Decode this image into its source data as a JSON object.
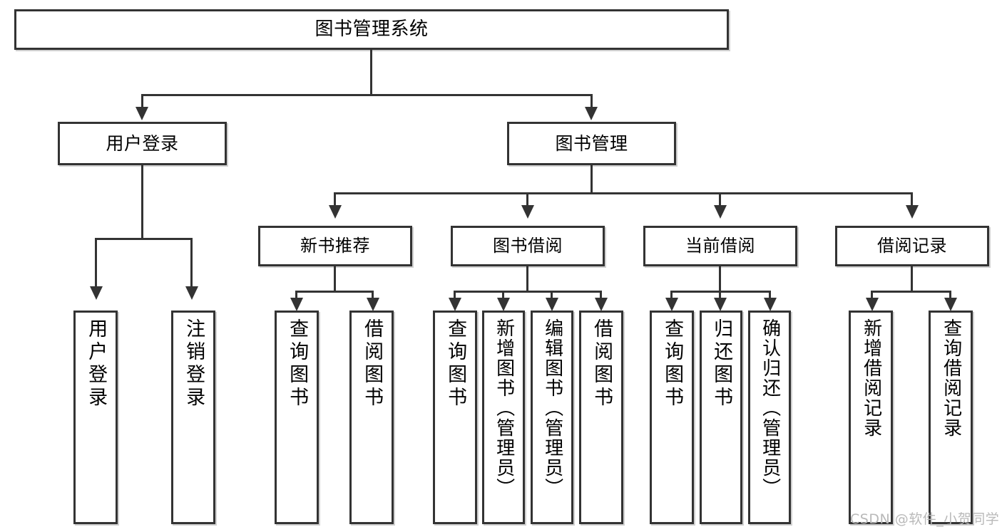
{
  "diagram": {
    "title": "图书管理系统",
    "type": "tree",
    "root": {
      "id": "root",
      "label": "图书管理系统",
      "orientation": "horizontal"
    },
    "level2": [
      {
        "id": "user-login",
        "label": "用户登录",
        "orientation": "horizontal"
      },
      {
        "id": "book-manage",
        "label": "图书管理",
        "orientation": "horizontal"
      }
    ],
    "level3": [
      {
        "id": "new-book-recommend",
        "label": "新书推荐",
        "parent": "book-manage",
        "orientation": "horizontal"
      },
      {
        "id": "book-borrow",
        "label": "图书借阅",
        "parent": "book-manage",
        "orientation": "horizontal"
      },
      {
        "id": "current-borrow",
        "label": "当前借阅",
        "parent": "book-manage",
        "orientation": "horizontal"
      },
      {
        "id": "borrow-record",
        "label": "借阅记录",
        "parent": "book-manage",
        "orientation": "horizontal"
      }
    ],
    "leaves": [
      {
        "id": "leaf-user-login",
        "label": "用户登录",
        "parent": "user-login",
        "orientation": "vertical"
      },
      {
        "id": "leaf-logout",
        "label": "注销登录",
        "parent": "user-login",
        "orientation": "vertical"
      },
      {
        "id": "leaf-query-book-1",
        "label": "查询图书",
        "parent": "new-book-recommend",
        "orientation": "vertical"
      },
      {
        "id": "leaf-borrow-book-1",
        "label": "借阅图书",
        "parent": "new-book-recommend",
        "orientation": "vertical"
      },
      {
        "id": "leaf-query-book-2",
        "label": "查询图书",
        "parent": "book-borrow",
        "orientation": "vertical"
      },
      {
        "id": "leaf-add-book",
        "label": "新增图书（管理员）",
        "parent": "book-borrow",
        "orientation": "vertical"
      },
      {
        "id": "leaf-edit-book",
        "label": "编辑图书（管理员）",
        "parent": "book-borrow",
        "orientation": "vertical"
      },
      {
        "id": "leaf-borrow-book-2",
        "label": "借阅图书",
        "parent": "book-borrow",
        "orientation": "vertical"
      },
      {
        "id": "leaf-query-book-3",
        "label": "查询图书",
        "parent": "current-borrow",
        "orientation": "vertical"
      },
      {
        "id": "leaf-return-book",
        "label": "归还图书",
        "parent": "current-borrow",
        "orientation": "vertical"
      },
      {
        "id": "leaf-confirm-return",
        "label": "确认归还（管理员）",
        "parent": "current-borrow",
        "orientation": "vertical"
      },
      {
        "id": "leaf-add-record",
        "label": "新增借阅记录",
        "parent": "borrow-record",
        "orientation": "vertical"
      },
      {
        "id": "leaf-query-record",
        "label": "查询借阅记录",
        "parent": "borrow-record",
        "orientation": "vertical"
      }
    ]
  },
  "watermark": {
    "text": "CSDN @软件_小贺同学"
  },
  "colors": {
    "line": "#333333",
    "box_border": "#333333",
    "box_fill": "#ffffff",
    "text": "#000000",
    "watermark": "#b9b9b9",
    "background": "#ffffff"
  }
}
